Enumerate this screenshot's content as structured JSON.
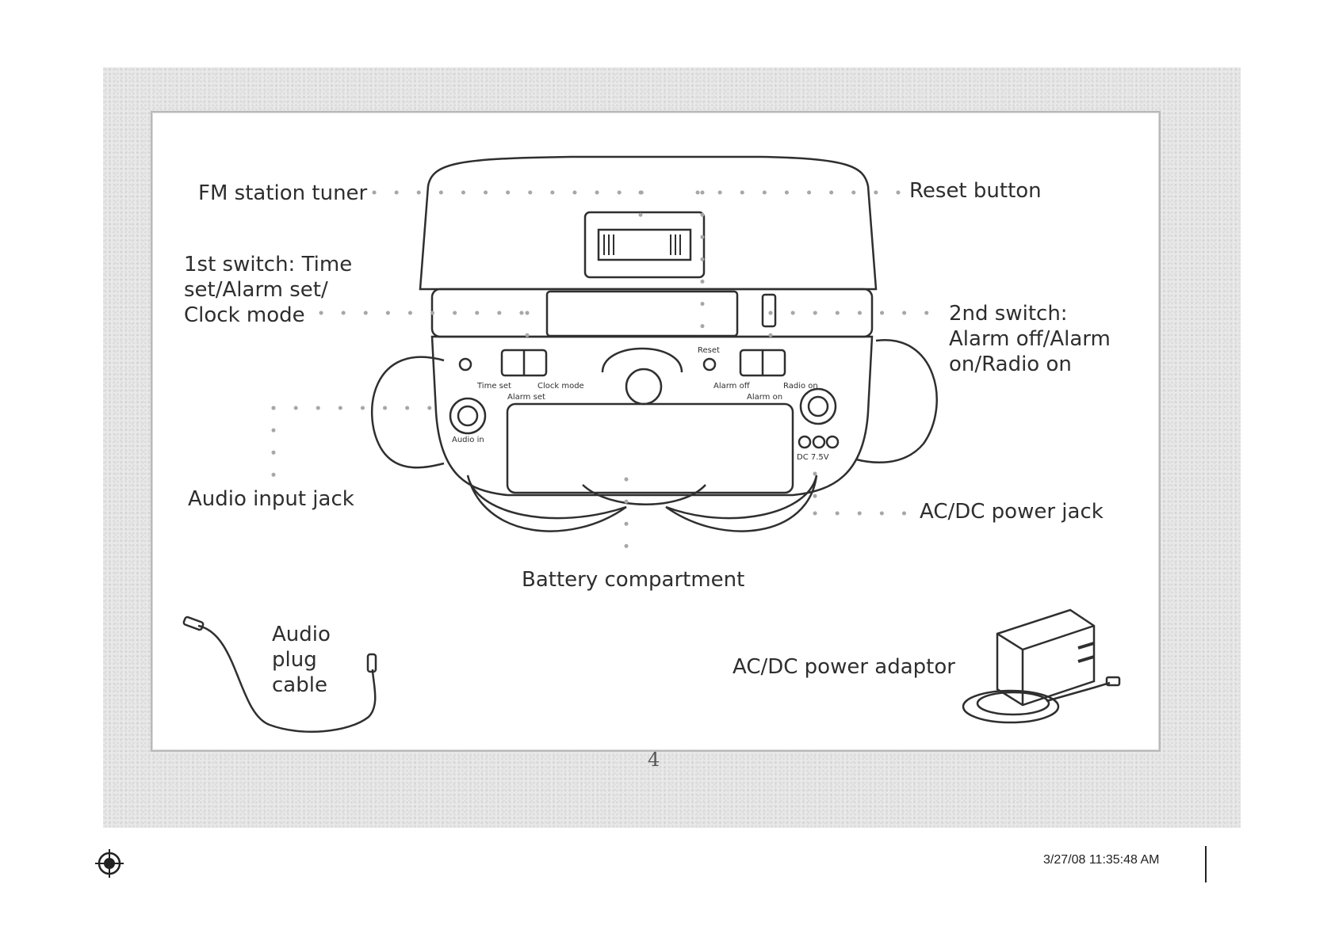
{
  "labels": {
    "fm_tuner": "FM station tuner",
    "reset_button": "Reset button",
    "switch1_line1": "1st switch: Time",
    "switch1_line2": "set/Alarm set/",
    "switch1_line3": "Clock mode",
    "switch2_line1": "2nd switch:",
    "switch2_line2": "Alarm off/Alarm",
    "switch2_line3": "on/Radio on",
    "audio_jack": "Audio input jack",
    "power_jack": "AC/DC power jack",
    "battery": "Battery compartment",
    "cable_line1": "Audio",
    "cable_line2": "plug",
    "cable_line3": "cable",
    "adaptor": "AC/DC power adaptor"
  },
  "device_text": {
    "reset": "Reset",
    "time_set": "Time set",
    "clock_mode": "Clock mode",
    "alarm_set": "Alarm set",
    "alarm_off": "Alarm off",
    "radio_on": "Radio on",
    "alarm_on": "Alarm on",
    "audio_in": "Audio in",
    "dc": "DC 7.5V"
  },
  "page_number": "4",
  "timestamp": "3/27/08   11:35:48 AM"
}
